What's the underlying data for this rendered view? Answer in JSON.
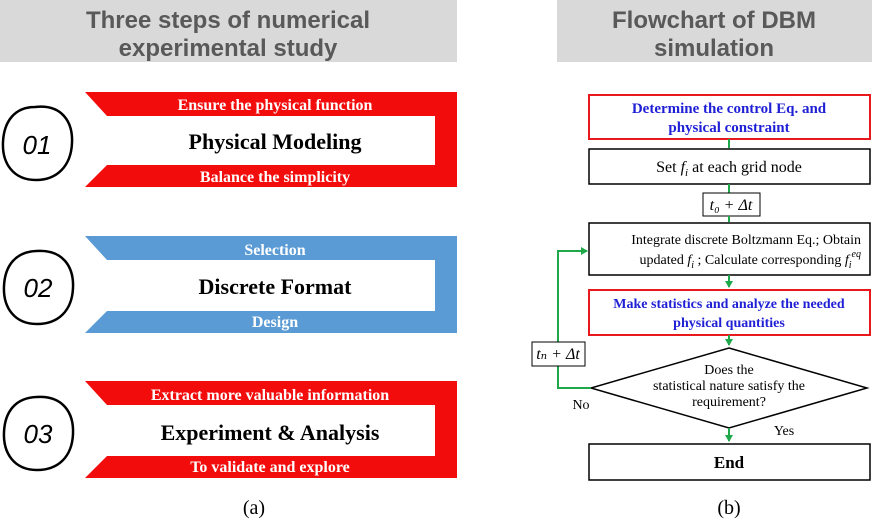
{
  "left_panel": {
    "title_line1": "Three steps of numerical",
    "title_line2": "experimental study",
    "caption": "(a)",
    "steps": [
      {
        "number": "01",
        "top_label": "Ensure the physical function",
        "main_label": "Physical Modeling",
        "bottom_label": "Balance the simplicity",
        "color": "#f30c0c"
      },
      {
        "number": "02",
        "top_label": "Selection",
        "main_label": "Discrete Format",
        "bottom_label": "Design",
        "color": "#5b9bd5"
      },
      {
        "number": "03",
        "top_label": "Extract more valuable information",
        "main_label": "Experiment & Analysis",
        "bottom_label": "To validate and explore",
        "color": "#f30c0c"
      }
    ]
  },
  "right_panel": {
    "title_line1": "Flowchart of DBM",
    "title_line2": "simulation",
    "caption": "(b)",
    "box1_line1": "Determine the control Eq. and",
    "box1_line2": "physical constraint",
    "box2_prefix": "Set ",
    "box2_var": "f",
    "box2_sub": "i",
    "box2_suffix": " at each grid node",
    "time_step_label": "t₀ + Δt",
    "box3_line1": "Integrate discrete Boltzmann Eq.; Obtain",
    "box3_line2_a": "updated ",
    "box3_line2_var": "f",
    "box3_line2_sub": "i",
    "box3_line2_b": " ; Calculate corresponding ",
    "box3_line2_var2": "f",
    "box3_line2_sub2": "i",
    "box3_line2_sup2": "eq",
    "box4_line1": "Make statistics and analyze the needed",
    "box4_line2": "physical quantities",
    "decision_line1": "Does the",
    "decision_line2": "statistical nature satisfy the",
    "decision_line3": "requirement?",
    "loop_label": "tₙ + Δt",
    "no_label": "No",
    "yes_label": "Yes",
    "end_label": "End",
    "colors": {
      "red_border": "#e8181c",
      "blue_text": "#1f1fd6",
      "green_arrow": "#1ea84a"
    }
  }
}
